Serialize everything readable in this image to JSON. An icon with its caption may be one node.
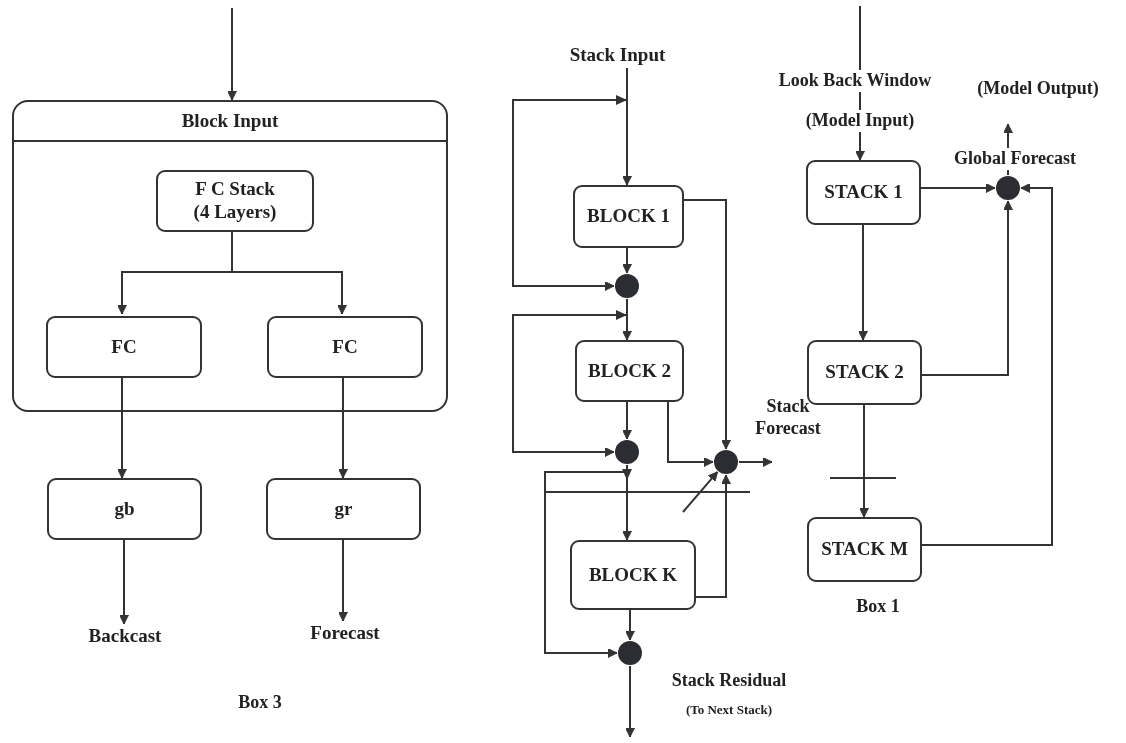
{
  "diagram": {
    "nodes": [
      {
        "text": [
          "Block Input"
        ]
      },
      {
        "text": [
          "F C Stack (4 Layers)"
        ],
        "in": 0
      },
      {
        "text": [
          "FC"
        ],
        "in": 0
      },
      {
        "text": [
          "FC"
        ],
        "in": 0
      },
      {
        "text": [
          "gb"
        ]
      },
      {
        "text": [
          "gr"
        ]
      },
      {
        "text": [
          "Backcast"
        ]
      },
      {
        "text": [
          "Forecast"
        ]
      },
      {
        "text": [
          "Stack Input"
        ]
      },
      {
        "text": [
          "BLOCK 1"
        ]
      },
      {
        "text": [],
        "shape": "circle"
      },
      {
        "text": [
          "BLOCK 2"
        ]
      },
      {
        "text": [],
        "shape": "circle"
      },
      {
        "text": [],
        "shape": "circle"
      },
      {
        "text": [
          "BLOCK K"
        ]
      },
      {
        "text": [],
        "shape": "circle"
      },
      {
        "text": [
          "STACK 1"
        ]
      },
      {
        "text": [],
        "shape": "circle"
      },
      {
        "text": [
          "STACK 2"
        ]
      },
      {
        "text": [
          "STACK M"
        ]
      }
    ],
    "edges": [
      {
        "from": null,
        "to": 0,
        "arrow": "to"
      },
      {
        "from": 1,
        "to": 2,
        "arrow": "to"
      },
      {
        "from": 1,
        "to": 3,
        "arrow": "to"
      },
      {
        "from": 2,
        "to": 4,
        "arrow": "to"
      },
      {
        "from": 3,
        "to": 5,
        "arrow": "to"
      },
      {
        "from": 4,
        "to": 6,
        "arrow": "to"
      },
      {
        "from": 5,
        "to": 7,
        "arrow": "to"
      },
      {
        "from": 8,
        "to": 9,
        "arrow": "to"
      },
      {
        "from": 8,
        "to": 10,
        "arrow": "to"
      },
      {
        "from": 9,
        "to": 10,
        "arrow": "to"
      },
      {
        "from": 10,
        "to": 11,
        "arrow": "to"
      },
      {
        "from": 10,
        "to": 12,
        "arrow": "to"
      },
      {
        "from": 9,
        "to": 13,
        "arrow": "to"
      },
      {
        "from": 11,
        "to": 12,
        "arrow": "to"
      },
      {
        "from": 11,
        "to": 13,
        "arrow": "to"
      },
      {
        "from": 12,
        "to": 14,
        "arrow": "to"
      },
      {
        "from": 12,
        "to": 15,
        "arrow": "to"
      },
      {
        "from": 14,
        "to": 15,
        "arrow": "to"
      },
      {
        "from": 14,
        "to": 13,
        "arrow": "to"
      },
      {
        "from": null,
        "to": 13,
        "arrow": "to"
      },
      {
        "from": 13,
        "to": null,
        "arrow": "to"
      },
      {
        "from": 15,
        "to": null,
        "arrow": "to"
      },
      {
        "from": null,
        "to": 16,
        "arrow": "to"
      },
      {
        "from": 16,
        "to": 18,
        "arrow": "to"
      },
      {
        "from": 18,
        "to": 19,
        "arrow": "to"
      },
      {
        "from": 16,
        "to": 17,
        "arrow": "to"
      },
      {
        "from": 18,
        "to": 17,
        "arrow": "to"
      },
      {
        "from": 19,
        "to": 17,
        "arrow": "to"
      },
      {
        "from": 17,
        "to": null,
        "arrow": "to"
      }
    ],
    "labels": [
      "Look Back Window",
      "(Model Output)",
      "(Model Input)",
      "Global Forecast",
      "Stack Forecast",
      "Box 1",
      "Box 3",
      "Stack Residual",
      "(To Next Stack)"
    ]
  }
}
